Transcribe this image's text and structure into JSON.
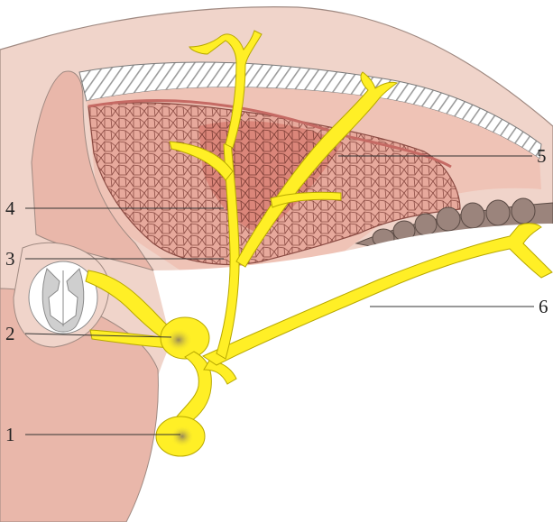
{
  "diagram": {
    "callouts": [
      {
        "id": "c1",
        "number": "1"
      },
      {
        "id": "c2",
        "number": "2"
      },
      {
        "id": "c3",
        "number": "3"
      },
      {
        "id": "c4",
        "number": "4"
      },
      {
        "id": "c5",
        "number": "5"
      },
      {
        "id": "c6",
        "number": "6"
      }
    ],
    "colors": {
      "skin": "#f0d4ca",
      "body_tissue": "#efc3b6",
      "muscle": "#d98f85",
      "muscle_dark": "#c56a64",
      "muscle_outline": "#8a4a42",
      "bone_hatch": "#9c9c9c",
      "nerve": "#ffef26",
      "nerve_outline": "#b8a800",
      "spinal_gray": "#cfcfcf",
      "rib_segments": "#9b847c",
      "ganglion_shadow": "#8a7a60"
    }
  }
}
